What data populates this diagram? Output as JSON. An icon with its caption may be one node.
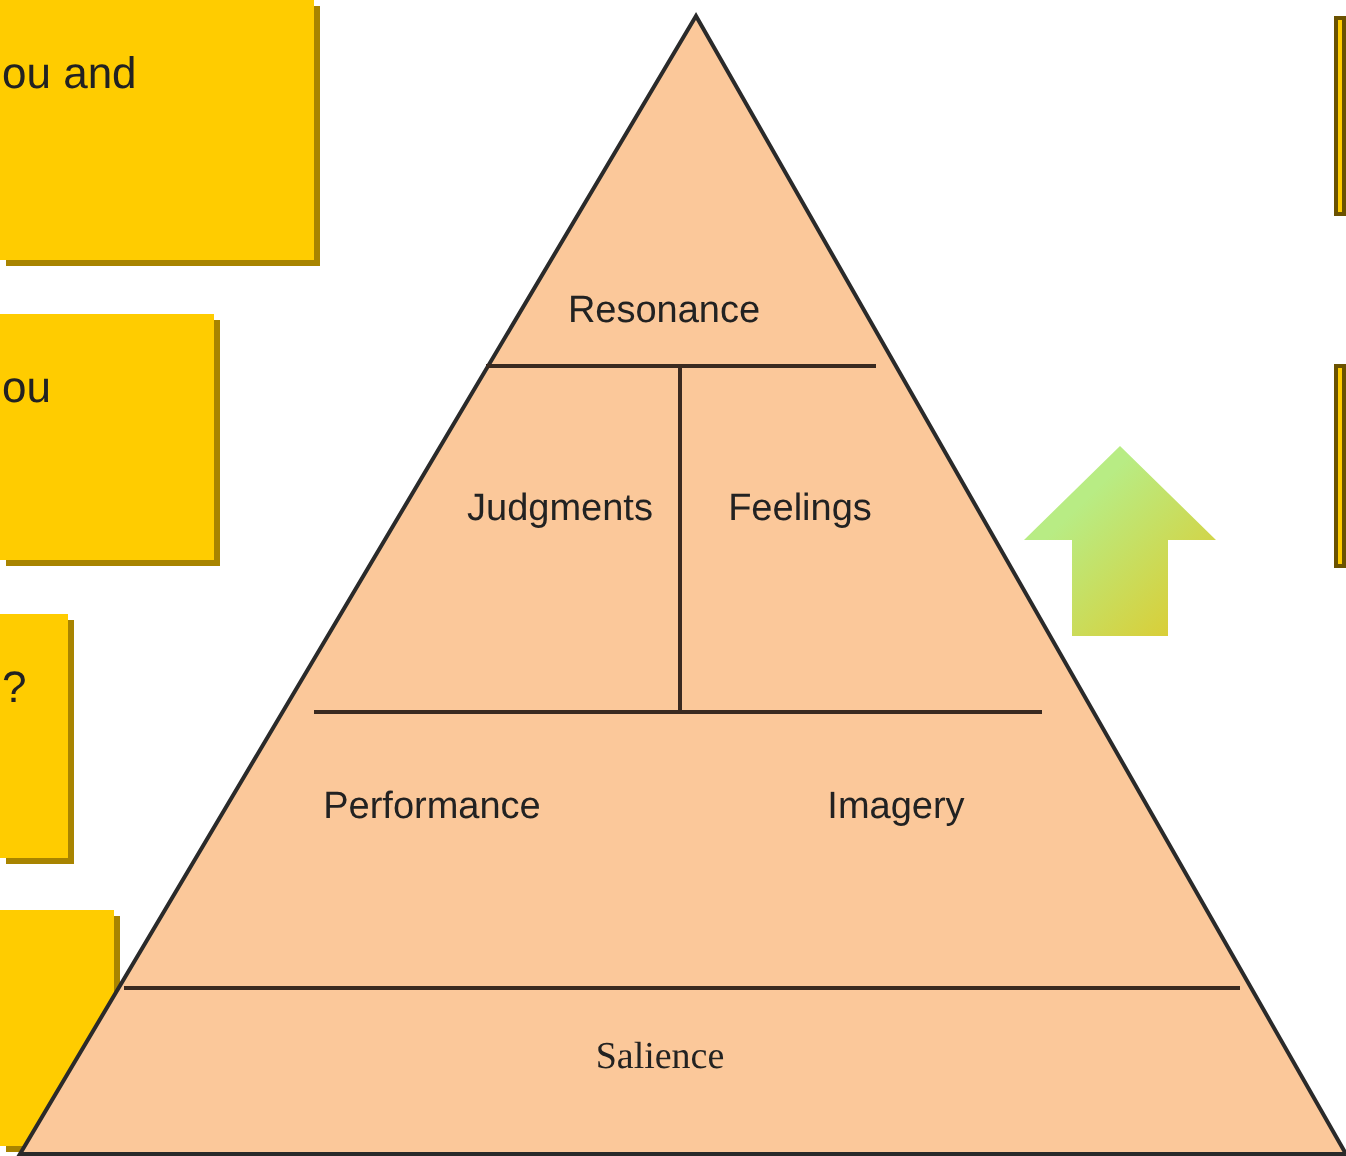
{
  "diagram": {
    "nodes": [
      {
        "text": [
          "ou and"
        ]
      },
      {
        "text": [
          "ou"
        ]
      },
      {
        "text": [
          "?"
        ]
      },
      {
        "text": [],
        "shape": "box"
      },
      {
        "text": [],
        "shape": "box"
      },
      {
        "text": [],
        "shape": "box"
      },
      {
        "text": [
          "Resonance"
        ]
      },
      {
        "text": [
          "Judgments"
        ]
      },
      {
        "text": [
          "Feelings"
        ]
      },
      {
        "text": [
          "Performance"
        ]
      },
      {
        "text": [
          "Imagery"
        ]
      },
      {
        "text": [
          "Salience"
        ]
      }
    ]
  }
}
